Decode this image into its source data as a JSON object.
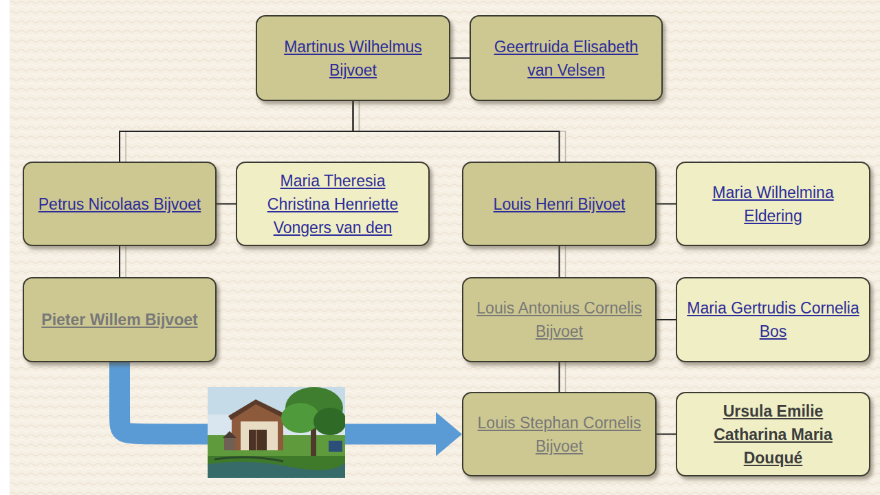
{
  "diagram": {
    "nodes": [
      {
        "text": [
          "Martinus Wilhelmus Bijvoet"
        ]
      },
      {
        "text": [
          "Geertruida Elisabeth van Velsen"
        ]
      },
      {
        "text": [
          "Petrus Nicolaas Bijvoet"
        ]
      },
      {
        "text": [
          "Maria Theresia Christina Henriette Vongers van den"
        ]
      },
      {
        "text": [
          "Louis Henri Bijvoet"
        ]
      },
      {
        "text": [
          "Maria Wilhelmina Eldering"
        ]
      },
      {
        "text": [
          "Pieter Willem Bijvoet"
        ]
      },
      {
        "text": [
          "Louis Antonius Cornelis Bijvoet"
        ]
      },
      {
        "text": [
          "Maria Gertrudis Cornelia Bos"
        ]
      },
      {
        "text": [
          "Louis Stephan Cornelis Bijvoet"
        ]
      },
      {
        "text": [
          "Ursula Emilie Catharina Maria Douqué"
        ]
      }
    ],
    "edges": [
      {
        "from": 0,
        "to": 1,
        "arrow": "none"
      },
      {
        "from": 0,
        "to": 2,
        "arrow": "none"
      },
      {
        "from": 0,
        "to": 4,
        "arrow": "none"
      },
      {
        "from": 2,
        "to": 3,
        "arrow": "none"
      },
      {
        "from": 4,
        "to": 5,
        "arrow": "none"
      },
      {
        "from": 2,
        "to": 6,
        "arrow": "none"
      },
      {
        "from": 4,
        "to": 7,
        "arrow": "none"
      },
      {
        "from": 7,
        "to": 8,
        "arrow": "none"
      },
      {
        "from": 7,
        "to": 9,
        "arrow": "none"
      },
      {
        "from": 9,
        "to": 10,
        "arrow": "none"
      },
      {
        "from": 6,
        "to": 9,
        "arrow": "to"
      }
    ]
  }
}
